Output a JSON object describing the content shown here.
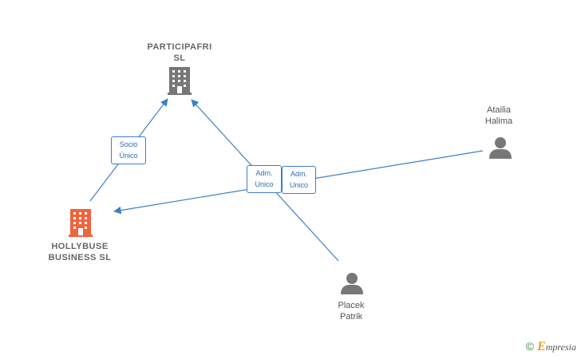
{
  "colors": {
    "edge": "#3a80c8",
    "company_gray": "#777777",
    "company_focus": "#f0643c",
    "person": "#777777"
  },
  "nodes": {
    "participafri": {
      "label": "PARTICIPAFRI\nSL",
      "icon": "building-icon"
    },
    "hollybuse": {
      "label": "HOLLYBUSE\nBUSINESS  SL",
      "icon": "building-icon"
    },
    "atailia": {
      "label": "Atailia\nHalima",
      "icon": "person-icon"
    },
    "placek": {
      "label": "Placek\nPatrik",
      "icon": "person-icon"
    }
  },
  "edges": {
    "socio": {
      "line1": "Socio",
      "line2": "Único"
    },
    "adm1": {
      "line1": "Adm.",
      "line2": "Unico"
    },
    "adm2": {
      "line1": "Adm.",
      "line2": "Unico"
    }
  },
  "watermark": {
    "symbol": "©",
    "brand_initial": "E",
    "brand_rest": "mpresia"
  }
}
